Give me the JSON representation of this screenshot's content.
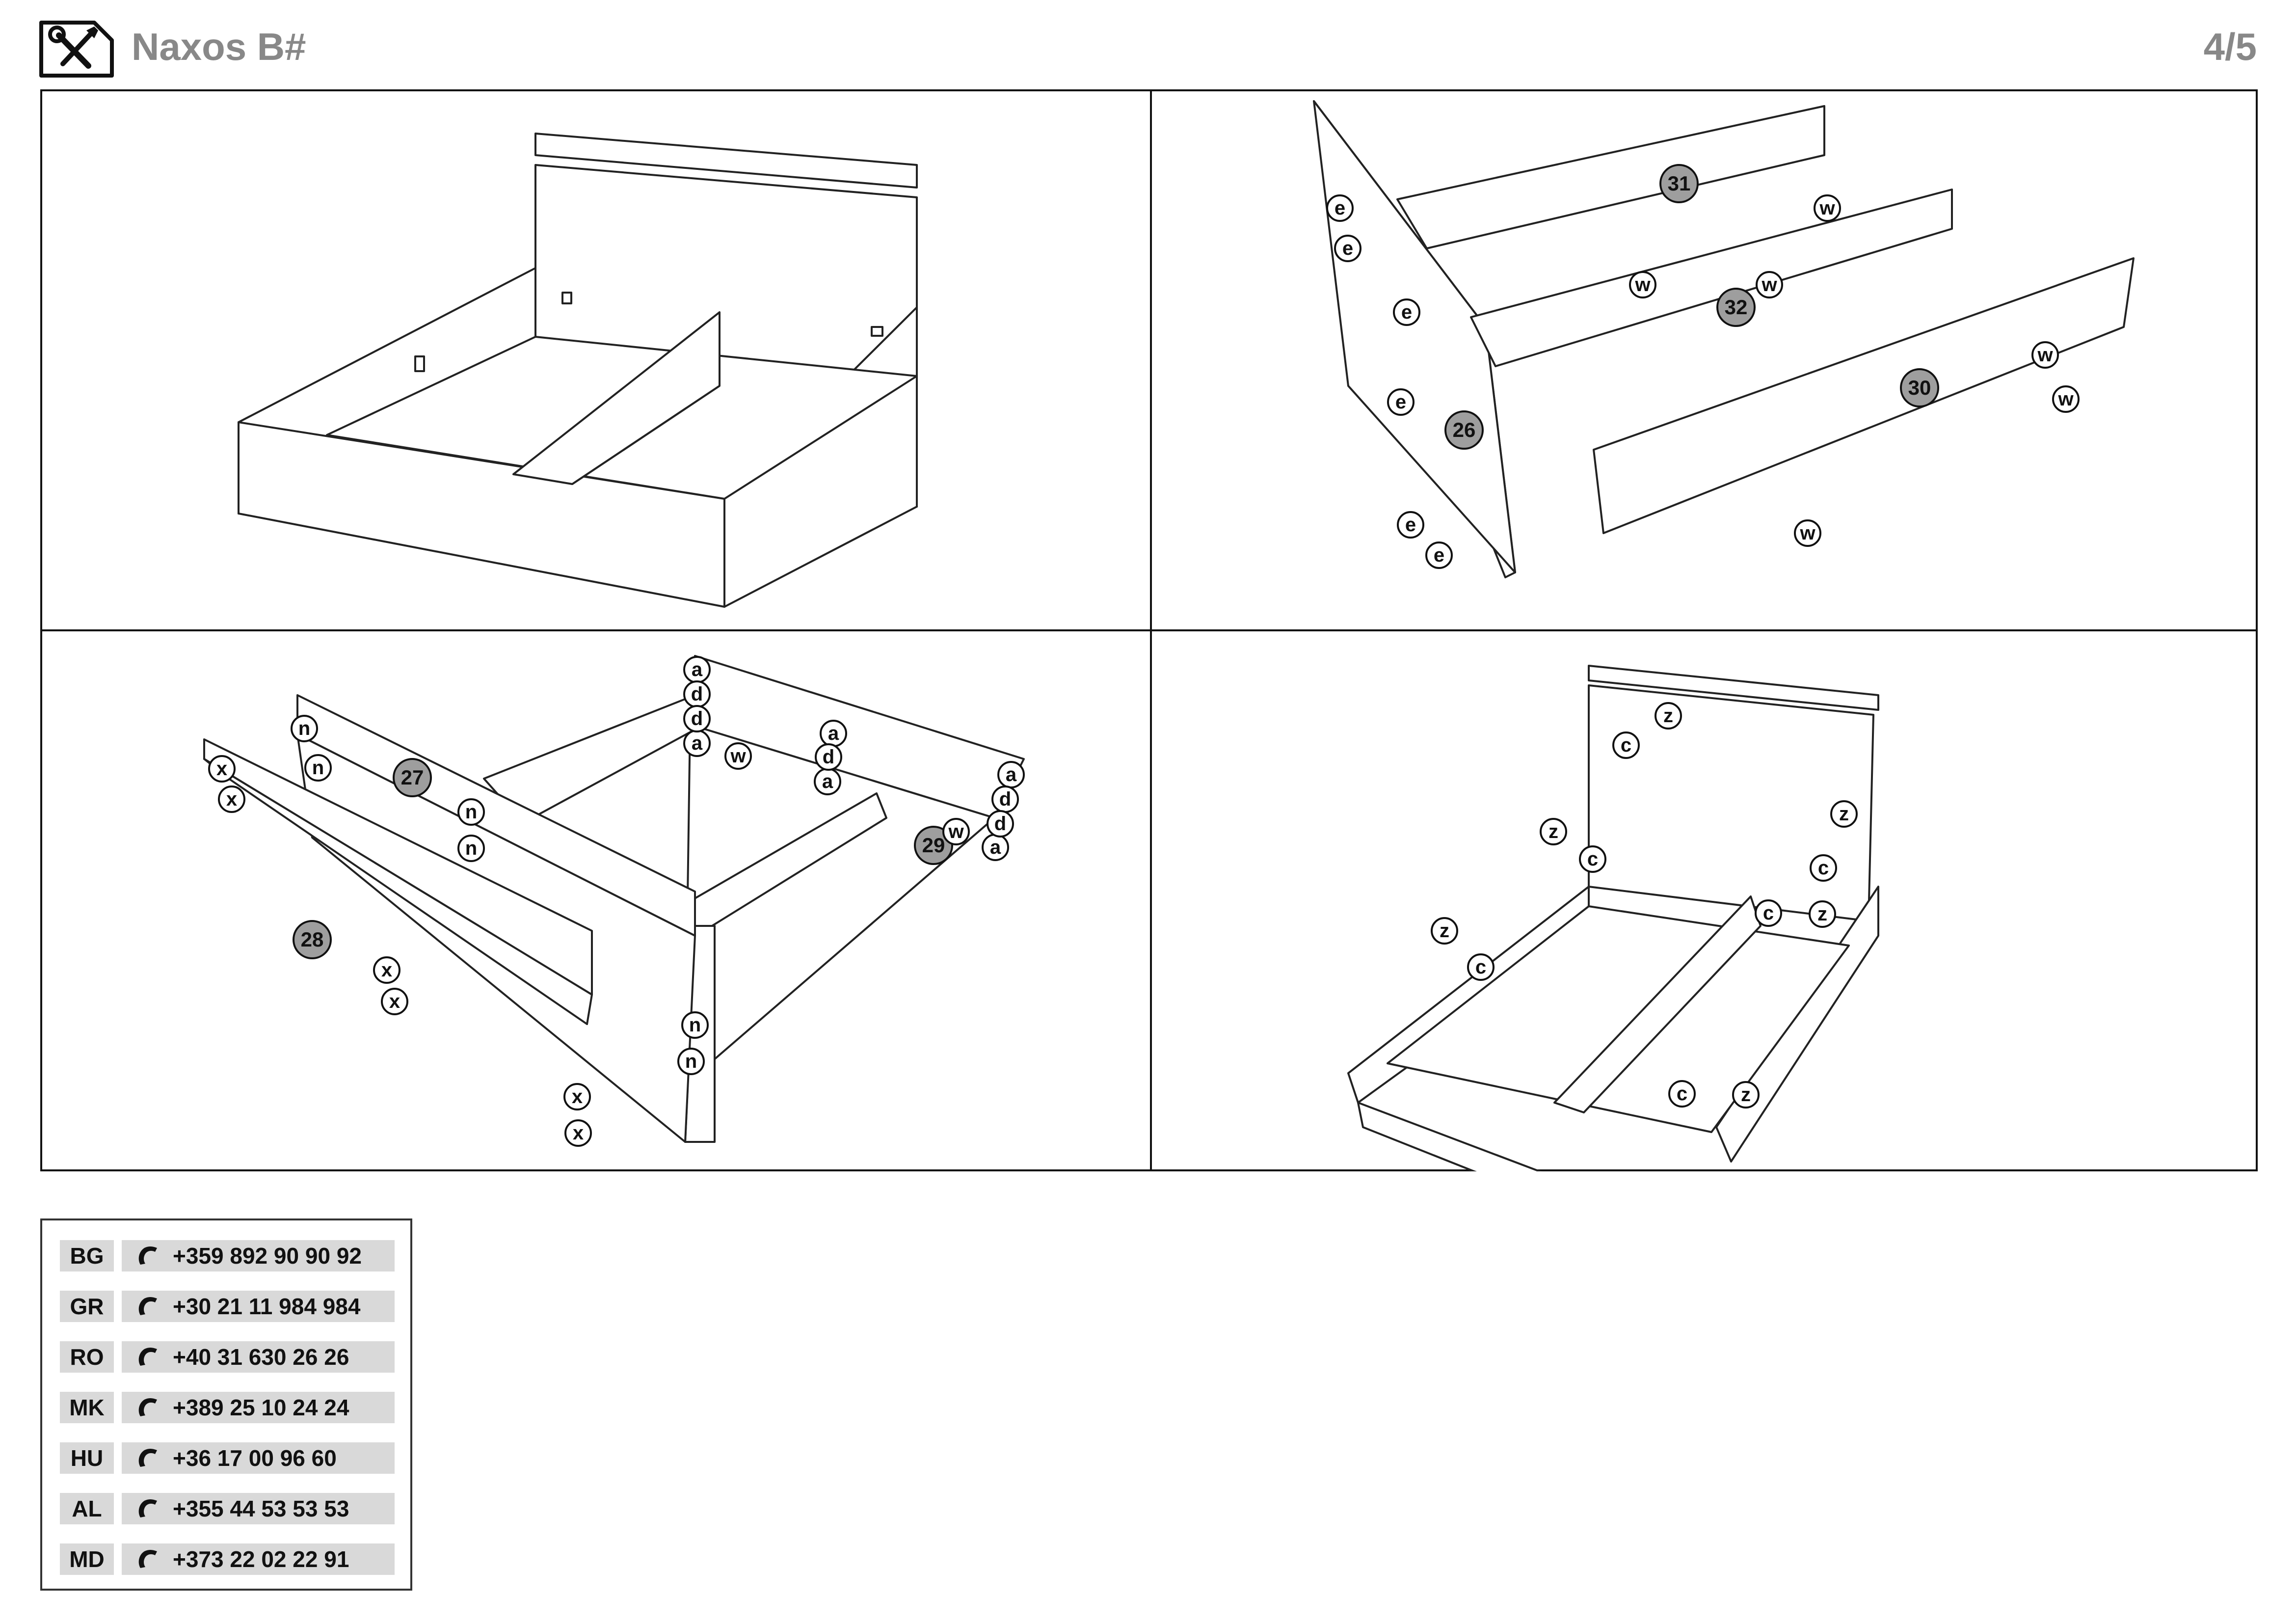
{
  "header": {
    "title": "Naxos B#",
    "page": "4/5",
    "icon": "tools-icon"
  },
  "steps": {
    "panel_1": {
      "description_icon": "assembled-bed-frame"
    },
    "panel_2": {
      "parts": [
        "31",
        "32",
        "30",
        "26"
      ],
      "fittings": [
        "e",
        "w"
      ]
    },
    "panel_3": {
      "parts": [
        "27",
        "28",
        "29"
      ],
      "fittings": [
        "a",
        "d",
        "n",
        "x",
        "w"
      ]
    },
    "panel_4": {
      "fittings": [
        "z",
        "c"
      ]
    }
  },
  "contacts": [
    {
      "code": "BG",
      "phone": "+359 892 90 90 92"
    },
    {
      "code": "GR",
      "phone": "+30 21 11 984 984"
    },
    {
      "code": "RO",
      "phone": "+40 31 630 26 26"
    },
    {
      "code": "MK",
      "phone": "+389 25 10 24 24"
    },
    {
      "code": "HU",
      "phone": "+36 17 00 96 60"
    },
    {
      "code": "AL",
      "phone": "+355 44 53 53 53"
    },
    {
      "code": "MD",
      "phone": "+373 22 02 22 91"
    }
  ],
  "colors": {
    "part_badge": "#9e9e9e",
    "line": "#222222",
    "contact_bg": "#d9d9d9",
    "header_text": "#888888"
  }
}
